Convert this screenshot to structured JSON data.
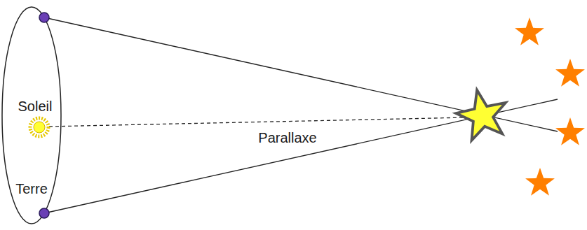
{
  "diagram": {
    "labels": [
      "Soleil",
      "Terre",
      "Parallaxe"
    ]
  }
}
